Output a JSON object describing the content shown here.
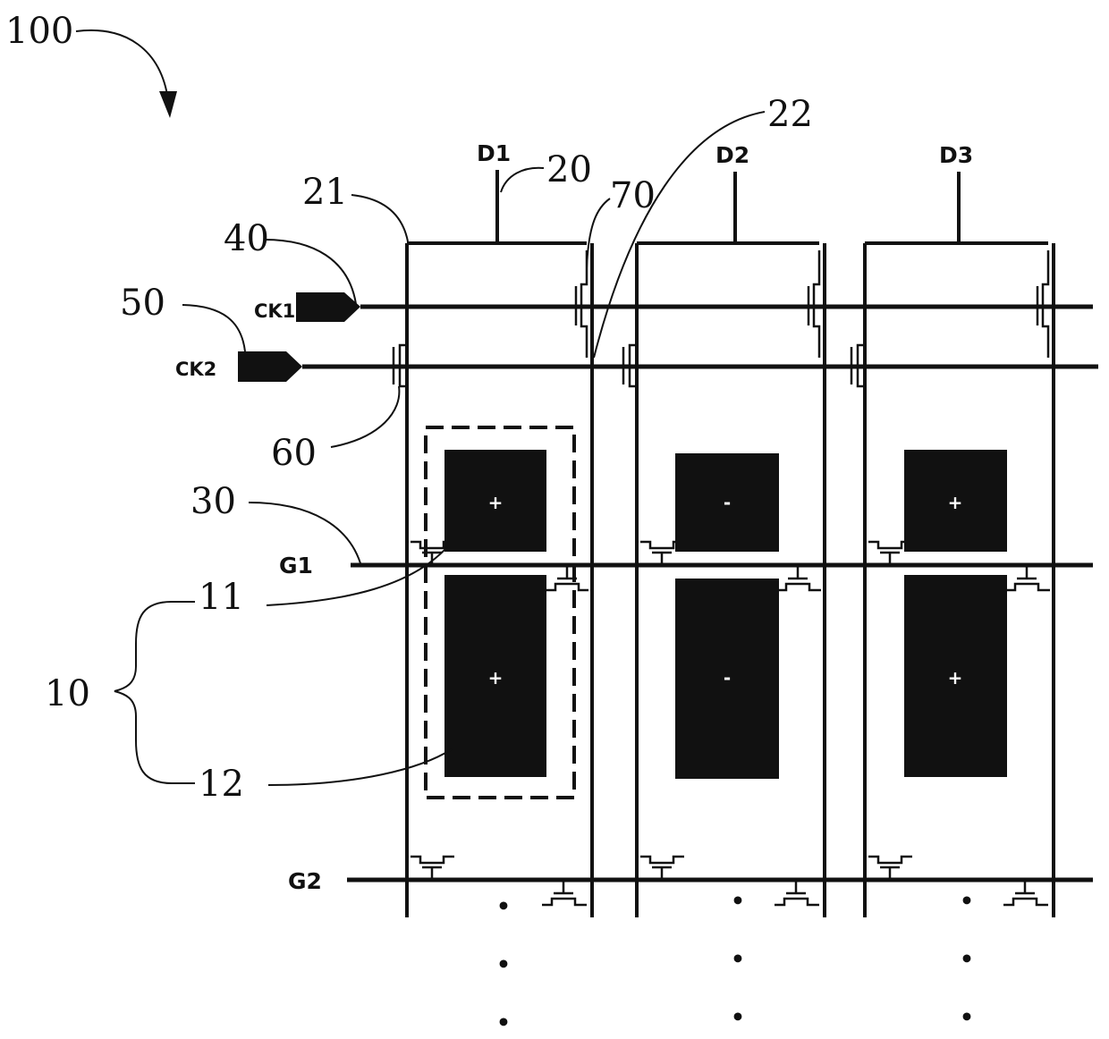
{
  "figure": {
    "panel_label": "100",
    "ref_labels": {
      "data_line": "20",
      "data_line_first_branch": "21",
      "data_line_second_branch": "22",
      "first_scan_line": "30",
      "first_clock_line": "40",
      "second_clock_line": "50",
      "first_switch": "60",
      "second_switch": "70",
      "pixel_unit": "10",
      "first_subpixel": "11",
      "second_subpixel": "12"
    },
    "data_lines": [
      "D1",
      "D2",
      "D3"
    ],
    "gate_lines": [
      "G1",
      "G2"
    ],
    "clock_lines": [
      "CK1",
      "CK2"
    ],
    "pixel_polarity": {
      "row1": [
        "+",
        "-",
        "+"
      ],
      "row2": [
        "+",
        "-",
        "+"
      ]
    },
    "continuation_mark": "•"
  }
}
